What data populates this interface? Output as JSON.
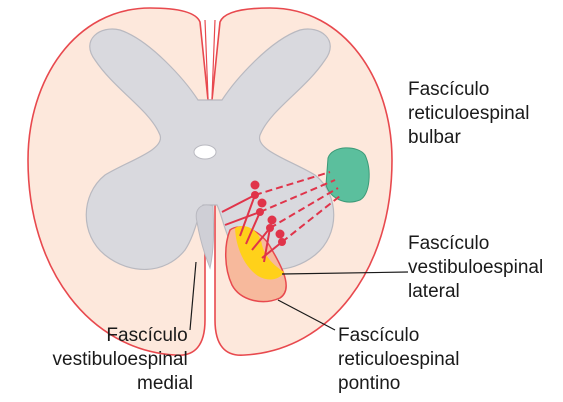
{
  "labels": {
    "bulbar": [
      "Fascículo",
      "reticuloespinal",
      "bulbar"
    ],
    "lateral": [
      "Fascículo",
      "vestibuloespinal",
      "lateral"
    ],
    "medial": [
      "Fascículo",
      "vestibuloespinal",
      "medial"
    ],
    "pontino": [
      "Fascículo",
      "reticuloespinal",
      "pontino"
    ]
  },
  "colors": {
    "white_matter_fill": "#fde8dc",
    "outline": "#e8494e",
    "gray_matter": "#d9d9de",
    "gray_outline": "#b9b9c0",
    "reticulo_bulbar_tract": "#5bbf9d",
    "vestibulo_lateral_tract": "#ffd11a",
    "reticulo_pontine_tract": "#f7b99c",
    "vestibulo_medial_tract": "#cfcfd6",
    "neuron_red": "#e0344a"
  }
}
